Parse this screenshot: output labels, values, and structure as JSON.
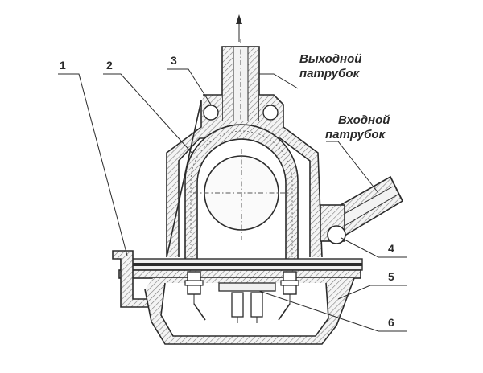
{
  "labels": {
    "outlet": [
      "Выходной",
      "патрубок"
    ],
    "inlet": [
      "Входной",
      "патрубок"
    ],
    "numbers": [
      "1",
      "2",
      "3",
      "4",
      "5",
      "6"
    ]
  },
  "colors": {
    "line": "#2b2b2b",
    "fill": "#f0f0f0",
    "background": "#ffffff"
  }
}
